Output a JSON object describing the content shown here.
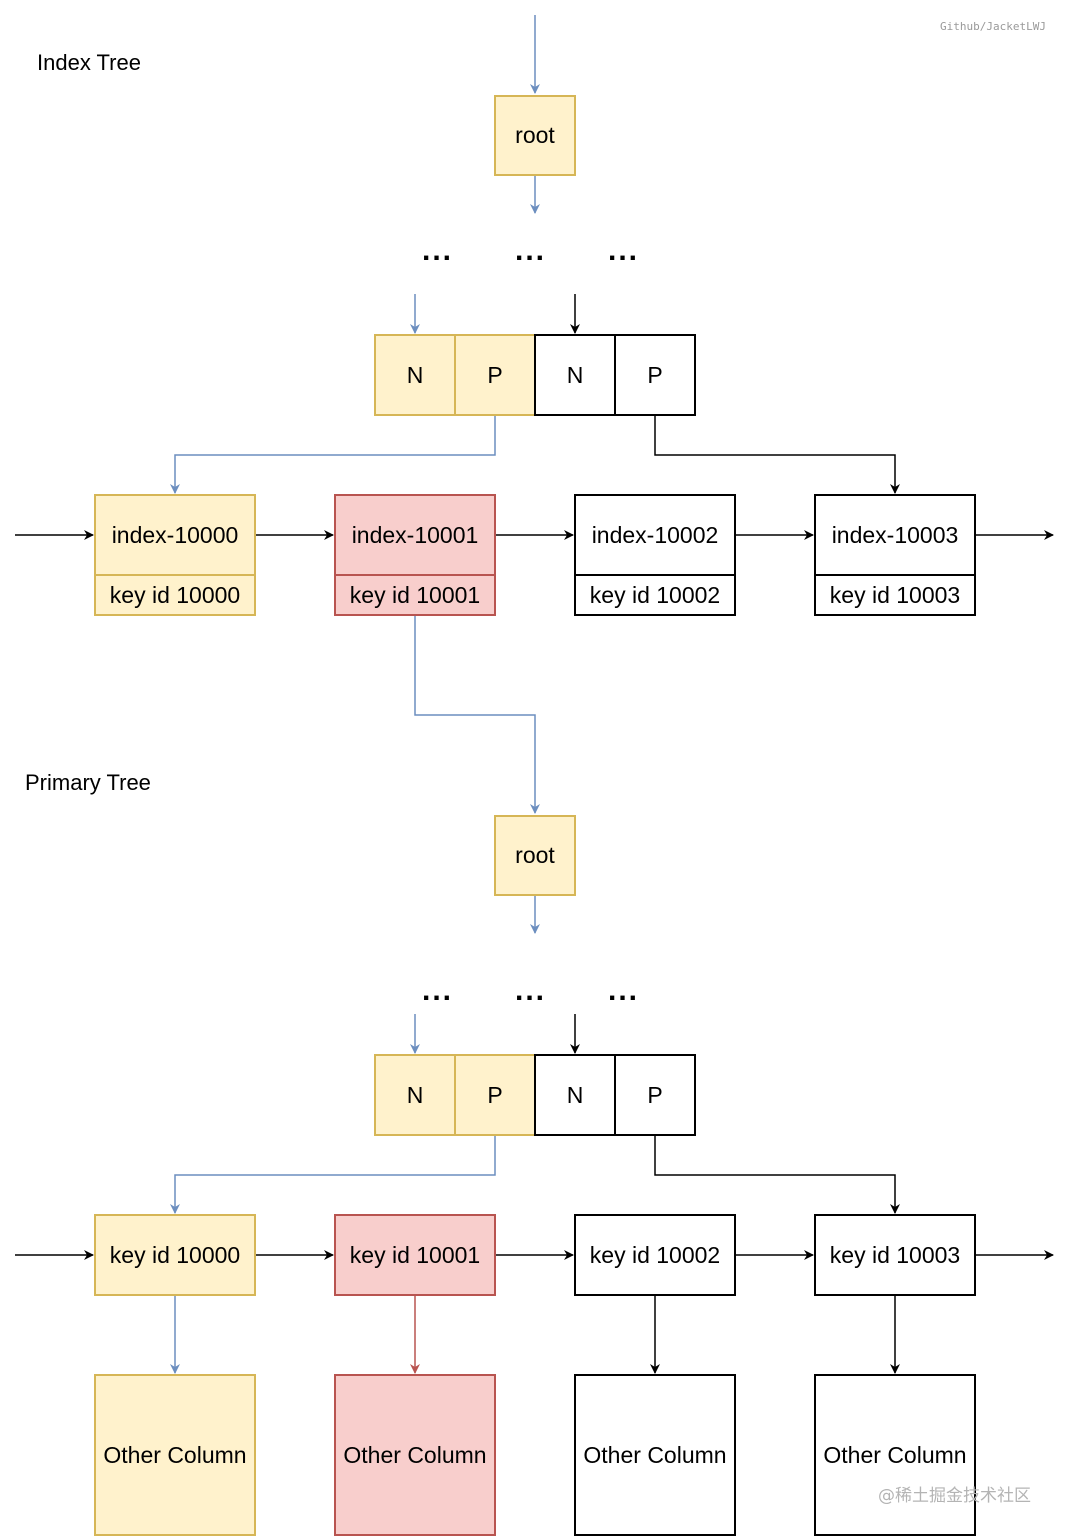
{
  "credit": "Github/JacketLWJ",
  "watermark": "@稀土掘金技术社区",
  "colors": {
    "highlight_fill": "#fff2cc",
    "highlight_stroke": "#d6b656",
    "target_fill": "#f8cecc",
    "target_stroke": "#b85450",
    "arrow_blue": "#6c8ebf",
    "arrow_red": "#b85450",
    "arrow_black": "#000000"
  },
  "index_tree": {
    "title": "Index Tree",
    "root": "root",
    "ellipsis": [
      "...",
      "...",
      "..."
    ],
    "pointer_cells": [
      "N",
      "P",
      "N",
      "P"
    ],
    "leaves": [
      {
        "index": "index-10000",
        "key": "key id 10000",
        "state": "path"
      },
      {
        "index": "index-10001",
        "key": "key id 10001",
        "state": "target"
      },
      {
        "index": "index-10002",
        "key": "key id 10002",
        "state": "normal"
      },
      {
        "index": "index-10003",
        "key": "key id 10003",
        "state": "normal"
      }
    ]
  },
  "primary_tree": {
    "title": "Primary Tree",
    "root": "root",
    "ellipsis": [
      "...",
      "...",
      "..."
    ],
    "pointer_cells": [
      "N",
      "P",
      "N",
      "P"
    ],
    "leaves": [
      {
        "key": "key id 10000",
        "state": "path"
      },
      {
        "key": "key id 10001",
        "state": "target"
      },
      {
        "key": "key id 10002",
        "state": "normal"
      },
      {
        "key": "key id 10003",
        "state": "normal"
      }
    ],
    "rows": [
      {
        "label": "Other Column",
        "state": "path"
      },
      {
        "label": "Other Column",
        "state": "target"
      },
      {
        "label": "Other Column",
        "state": "normal"
      },
      {
        "label": "Other Column",
        "state": "normal"
      }
    ]
  }
}
